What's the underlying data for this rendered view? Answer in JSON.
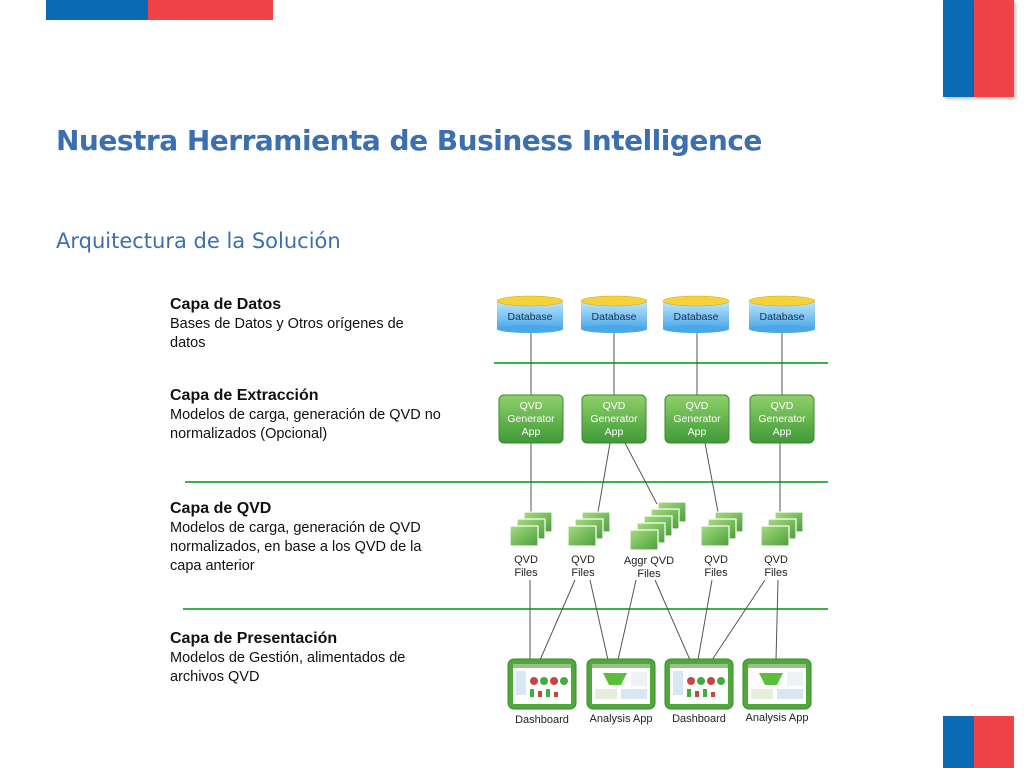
{
  "title": "Nuestra Herramienta de Business Intelligence",
  "subtitle": "Arquitectura de la Solución",
  "colors": {
    "blue": "#0a6ab4",
    "red": "#ef4348",
    "green_line": "#3db04a",
    "title": "#3b6fb0",
    "box_green": "#5fae43"
  },
  "layers": [
    {
      "name": "Capa de Datos",
      "description": "Bases de Datos y Otros orígenes de datos"
    },
    {
      "name": "Capa de Extracción",
      "description": "Modelos de carga, generación de QVD no normalizados (Opcional)"
    },
    {
      "name": "Capa de QVD",
      "description": "Modelos de carga, generación de QVD normalizados, en base a los QVD de la capa anterior"
    },
    {
      "name": "Capa de Presentación",
      "description": "Modelos de Gestión, alimentados de archivos QVD"
    }
  ],
  "databases": [
    "Database",
    "Database",
    "Database",
    "Database"
  ],
  "generators": [
    {
      "l1": "QVD",
      "l2": "Generator",
      "l3": "App"
    },
    {
      "l1": "QVD",
      "l2": "Generator",
      "l3": "App"
    },
    {
      "l1": "QVD",
      "l2": "Generator",
      "l3": "App"
    },
    {
      "l1": "QVD",
      "l2": "Generator",
      "l3": "App"
    }
  ],
  "qvd_files": [
    {
      "l1": "QVD",
      "l2": "Files"
    },
    {
      "l1": "QVD",
      "l2": "Files"
    },
    {
      "l1": "Aggr QVD",
      "l2": "Files"
    },
    {
      "l1": "QVD",
      "l2": "Files"
    },
    {
      "l1": "QVD",
      "l2": "Files"
    }
  ],
  "apps": [
    "Dashboard",
    "Analysis App",
    "Dashboard",
    "Analysis App"
  ]
}
